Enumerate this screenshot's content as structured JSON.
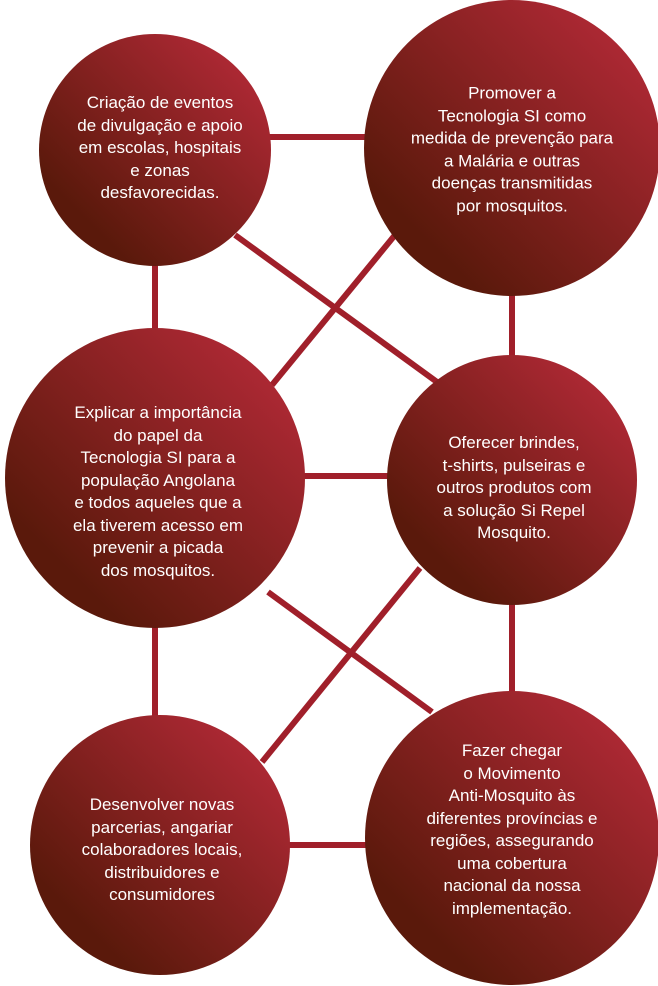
{
  "colors": {
    "circle_light": "#ab2833",
    "circle_dark": "#5a190b",
    "connector": "#a01f2a",
    "text": "#ffffff"
  },
  "nodes": [
    {
      "id": "events",
      "lines": [
        "Criação de eventos",
        "de divulgação e apoio",
        "em escolas, hospitais",
        "e zonas",
        "desfavorecidas."
      ]
    },
    {
      "id": "promote",
      "lines": [
        "Promover a",
        "Tecnologia SI como",
        "medida de prevenção para",
        "a Malária e outras",
        "doenças transmitidas",
        "por mosquitos."
      ]
    },
    {
      "id": "explain",
      "lines": [
        "Explicar a importância",
        "do papel da",
        "Tecnologia SI para a",
        "população Angolana",
        "e todos aqueles que a",
        "ela tiverem acesso em",
        "prevenir a picada",
        "dos mosquitos."
      ]
    },
    {
      "id": "gifts",
      "lines": [
        "Oferecer brindes,",
        "t-shirts, pulseiras e",
        "outros produtos com",
        "a solução Si Repel",
        "Mosquito."
      ]
    },
    {
      "id": "partners",
      "lines": [
        "Desenvolver novas",
        "parcerias, angariar",
        "colaboradores locais,",
        "distribuidores e",
        "consumidores"
      ]
    },
    {
      "id": "reach",
      "lines": [
        "Fazer chegar",
        "o Movimento",
        "Anti-Mosquito às",
        "diferentes províncias e",
        "regiões, assegurando",
        "uma cobertura",
        "nacional da nossa",
        "implementação."
      ]
    }
  ]
}
